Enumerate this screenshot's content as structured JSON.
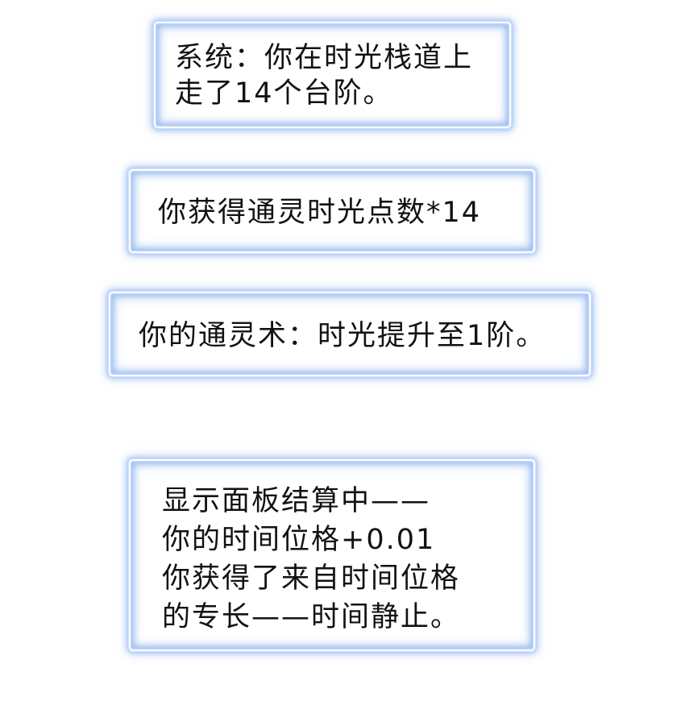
{
  "panels": [
    {
      "id": "system-steps-message",
      "lines": [
        "系统：你在时光栈道上",
        "走了14个台阶。"
      ]
    },
    {
      "id": "points-gained-message",
      "lines": [
        "你获得通灵时光点数*14"
      ]
    },
    {
      "id": "skill-upgrade-message",
      "lines": [
        "你的通灵术：时光提升至1阶。"
      ]
    },
    {
      "id": "settlement-message",
      "lines": [
        "显示面板结算中——",
        "你的时间位格+0.01",
        "你获得了来自时间位格",
        "的专长——时间静止。"
      ]
    }
  ],
  "colors": {
    "background": "#ffffff",
    "panel_glow": "#9db9f0",
    "panel_fill": "#ffffff",
    "text": "#121212"
  }
}
